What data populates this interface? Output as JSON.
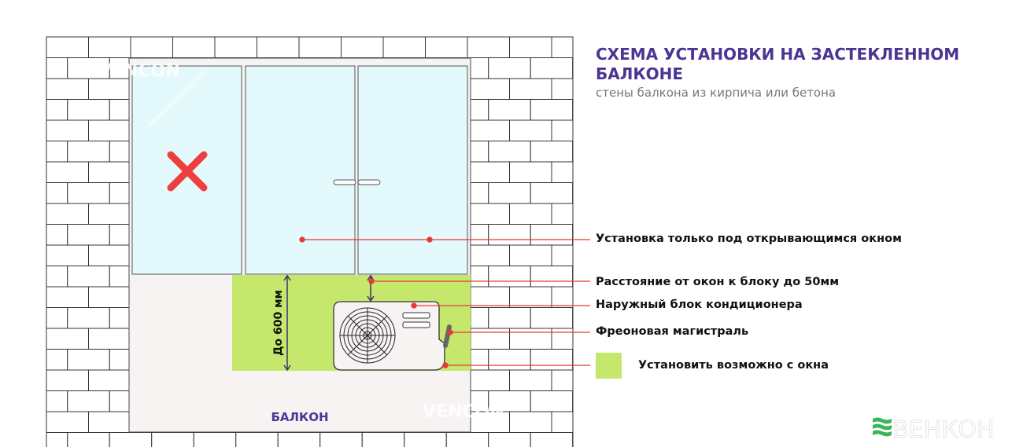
{
  "header": {
    "title": "СХЕМА УСТАНОВКИ НА ЗАСТЕКЛЕННОМ БАЛКОНЕ",
    "subtitle": "стены балкона из кирпича или бетона"
  },
  "diagram": {
    "balcony_label": "БАЛКОН",
    "height_dimension": "До 600 мм",
    "watermark": "VENCON",
    "logo": "ВЕНКОН",
    "forbidden_icon": "cross-icon",
    "colors": {
      "title": "#4b3592",
      "green_zone": "#c5e86c",
      "marker": "#e53935",
      "cross": "#ef3e3e",
      "glass": "#e4f9fb",
      "logo_green": "#3cb55a"
    }
  },
  "legend": [
    {
      "label": "Установка только под открывающимся окном"
    },
    {
      "label": "Расстояние от окон к блоку до 50мм"
    },
    {
      "label": "Наружный блок кондиционера"
    },
    {
      "label": "Фреоновая магистраль"
    },
    {
      "label": "Установить возможно с окна"
    }
  ]
}
